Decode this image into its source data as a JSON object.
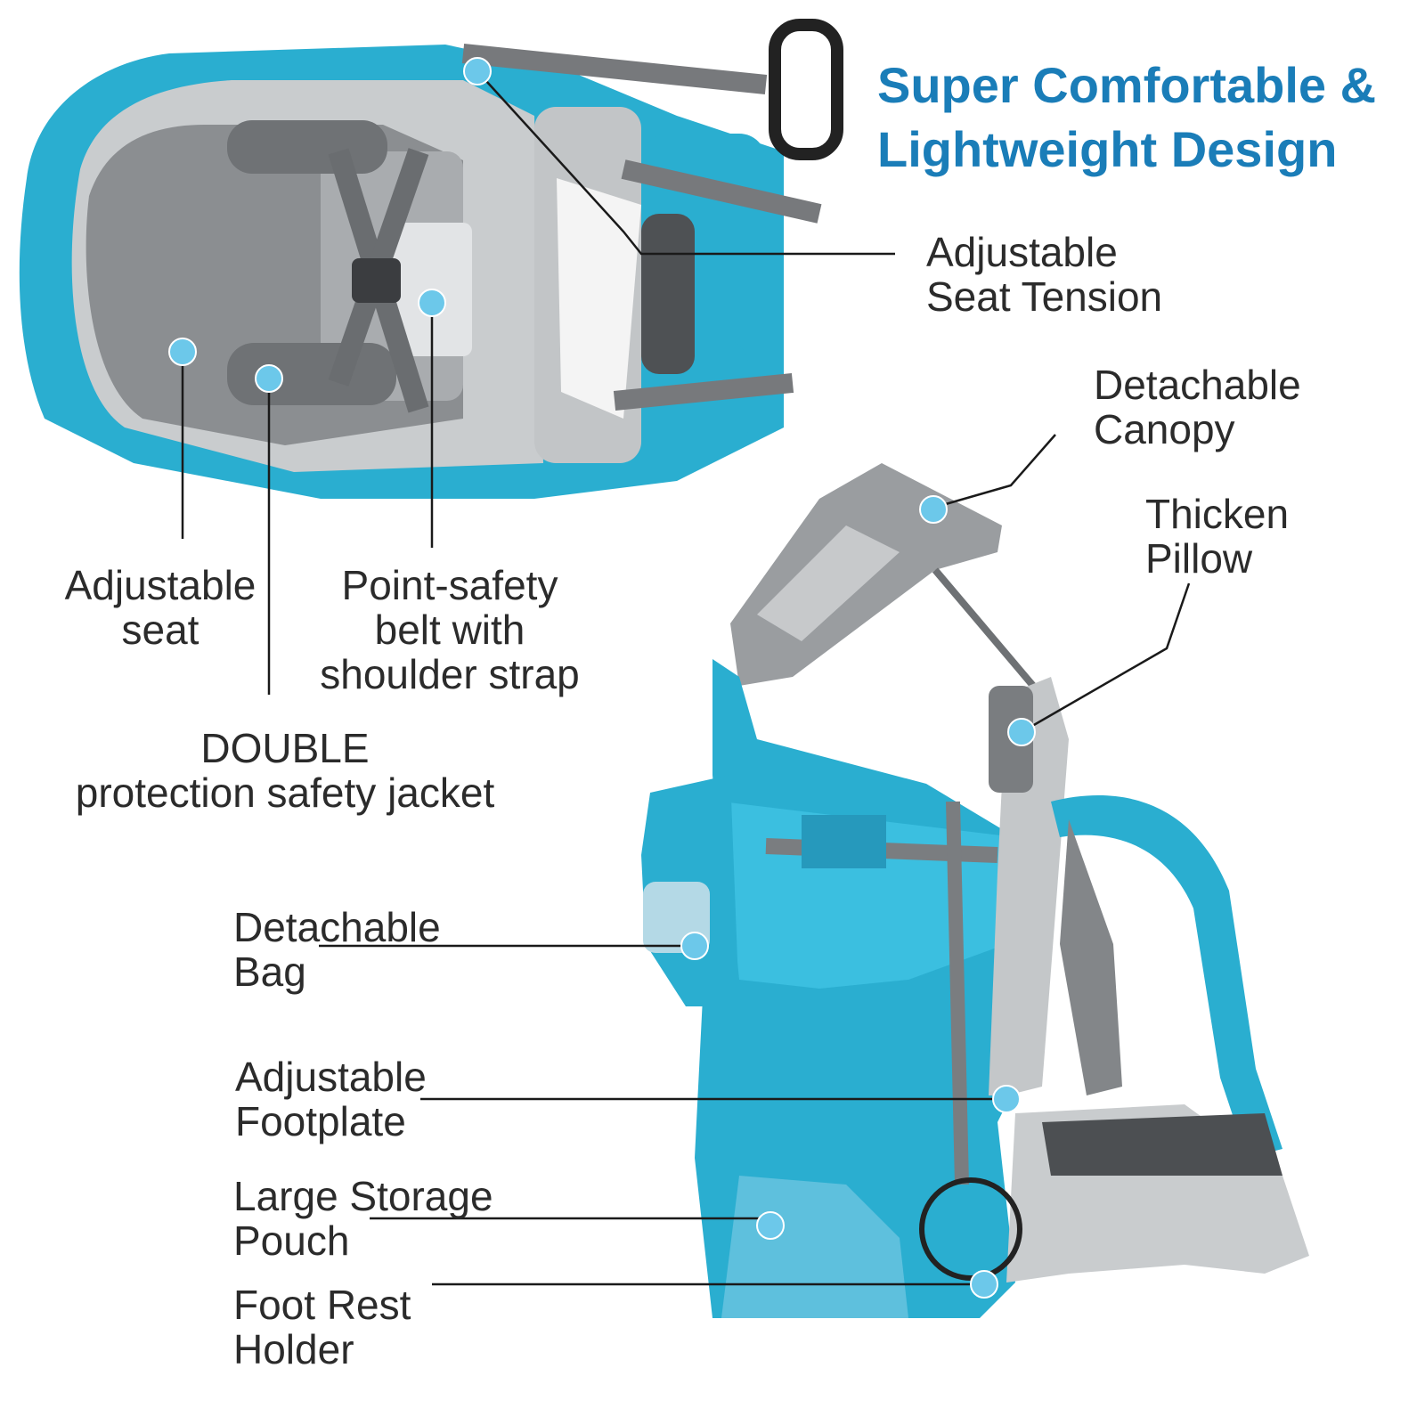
{
  "heading": {
    "line1": "Super Comfortable &",
    "line2": "Lightweight Design"
  },
  "callouts": {
    "seat_tension": {
      "line1": "Adjustable",
      "line2": "Seat Tension"
    },
    "canopy": {
      "line1": "Detachable",
      "line2": "Canopy"
    },
    "pillow": {
      "line1": "Thicken",
      "line2": "Pillow"
    },
    "adjustable_seat": {
      "line1": "Adjustable",
      "line2": "seat"
    },
    "safety_belt": {
      "line1": "Point-safety",
      "line2": "belt with",
      "line3": "shoulder strap"
    },
    "safety_jacket": {
      "line1": "DOUBLE",
      "line2": "protection safety jacket"
    },
    "bag": {
      "line1": "Detachable",
      "line2": "Bag"
    },
    "footplate": {
      "line1": "Adjustable",
      "line2": "Footplate"
    },
    "pouch": {
      "line1": "Large Storage",
      "line2": "Pouch"
    },
    "foot_rest": {
      "line1": "Foot Rest",
      "line2": "Holder"
    }
  },
  "colors": {
    "heading": "#1a7db8",
    "marker": "#6cc8ea",
    "carrier_teal": "#2aaed0",
    "carrier_gray": "#8a8d90"
  }
}
